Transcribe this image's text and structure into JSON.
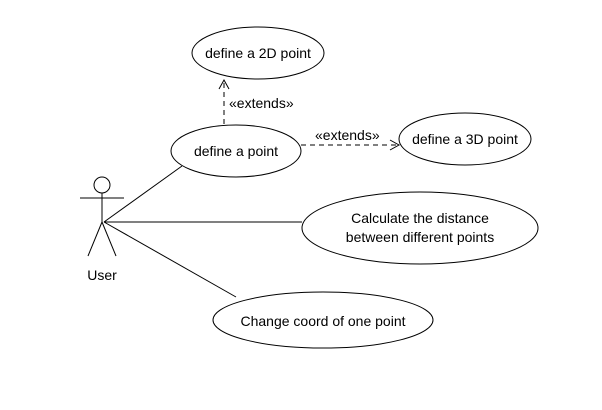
{
  "diagram": {
    "actor": {
      "label": "User"
    },
    "use_cases": {
      "define_2d": "define a 2D point",
      "define_point": "define a point",
      "define_3d": "define a 3D point",
      "distance_line1": "Calculate the distance",
      "distance_line2": "between different points",
      "change_coord": "Change coord of one point"
    },
    "relations": {
      "extends_2d": "«extends»",
      "extends_3d": "«extends»"
    },
    "colors": {
      "stroke": "#000000",
      "fill": "#ffffff",
      "background": "#ffffff"
    }
  }
}
